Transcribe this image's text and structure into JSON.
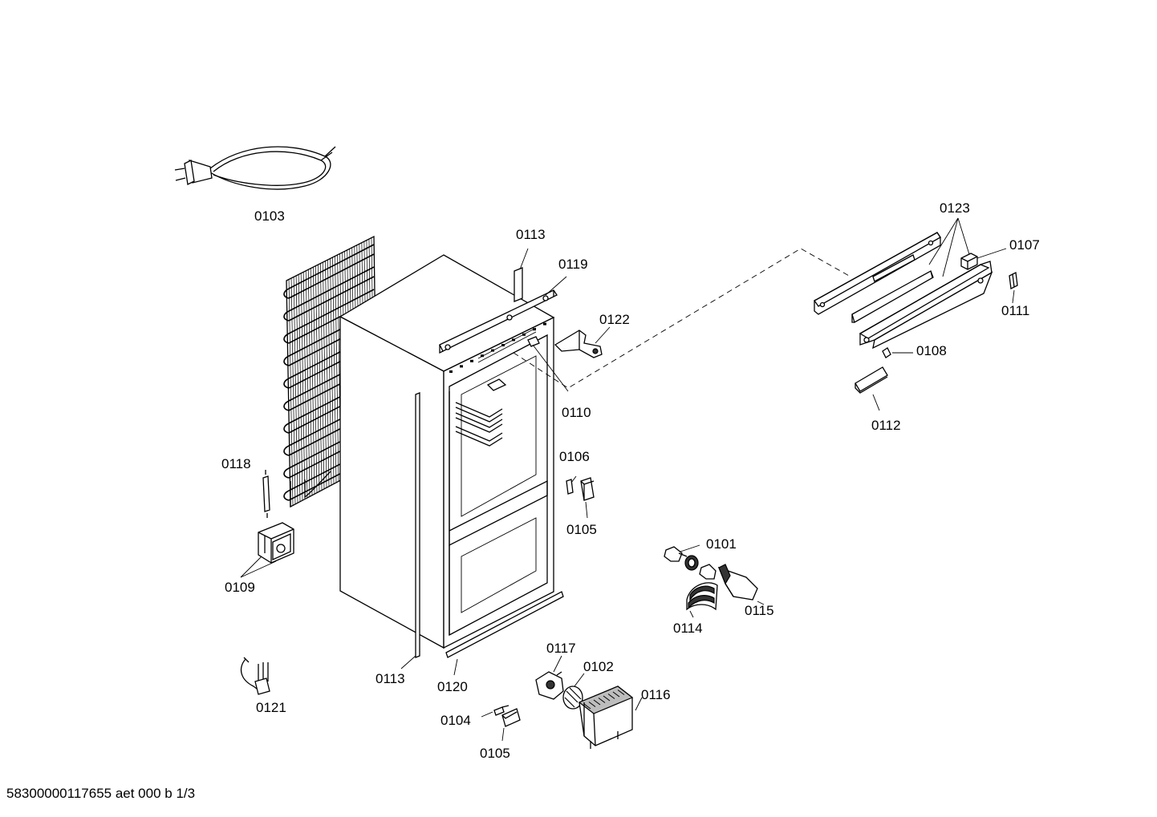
{
  "labels": {
    "l0103": "0103",
    "l0113a": "0113",
    "l0119": "0119",
    "l0122": "0122",
    "l0110": "0110",
    "l0123": "0123",
    "l0107": "0107",
    "l0111": "0111",
    "l0108": "0108",
    "l0112": "0112",
    "l0118": "0118",
    "l0109": "0109",
    "l0106": "0106",
    "l0105a": "0105",
    "l0101": "0101",
    "l0115": "0115",
    "l0114": "0114",
    "l0113b": "0113",
    "l0120": "0120",
    "l0117": "0117",
    "l0102": "0102",
    "l0116": "0116",
    "l0104": "0104",
    "l0105b": "0105",
    "l0121": "0121"
  },
  "footer": "58300000117655 aet 000 b 1/3"
}
